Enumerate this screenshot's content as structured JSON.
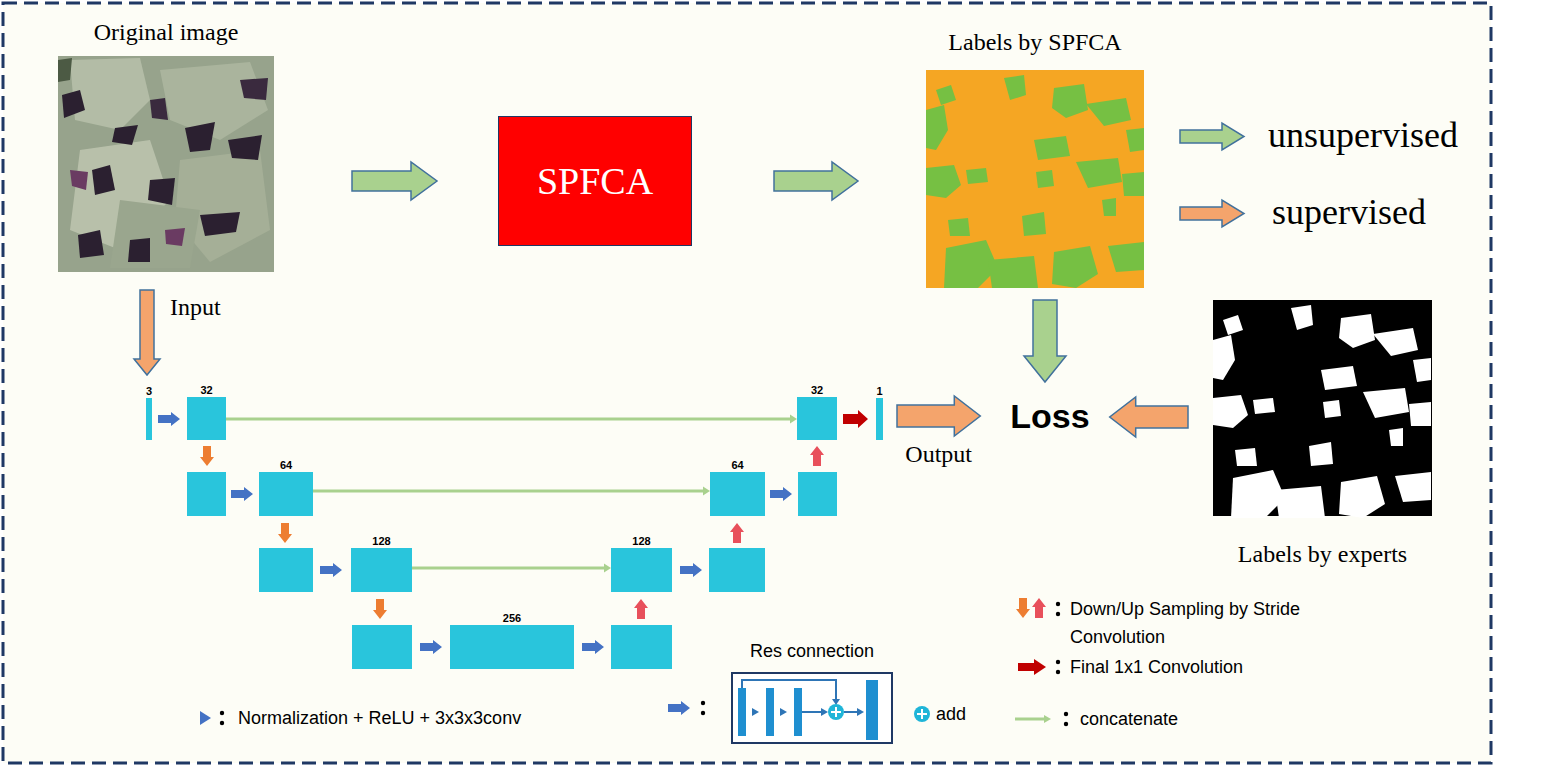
{
  "diagram": {
    "nodes": [
      {
        "text": [
          "Original image"
        ]
      },
      {
        "text": [
          "SPFCA"
        ]
      },
      {
        "text": [
          "Labels by SPFCA"
        ]
      },
      {
        "text": [
          "3"
        ]
      },
      {
        "text": [
          "32"
        ]
      },
      {
        "text": [
          "32"
        ]
      },
      {
        "text": [
          "1"
        ]
      },
      {
        "text": [
          "Loss"
        ]
      },
      {
        "text": [
          "Labels by experts"
        ]
      },
      {
        "text": [
          "64"
        ]
      },
      {
        "text": [
          "64"
        ]
      },
      {
        "text": [
          "128"
        ]
      },
      {
        "text": [
          "128"
        ]
      },
      {
        "text": [
          "256"
        ]
      },
      {
        "text": [
          "Res connection"
        ]
      }
    ],
    "edges": [
      {
        "from": 0,
        "to": 1,
        "arrow": "to"
      },
      {
        "from": 1,
        "to": 2,
        "arrow": "to"
      },
      {
        "from": 2,
        "to": 7,
        "arrow": "to"
      },
      {
        "from": 8,
        "to": 7,
        "arrow": "to"
      },
      {
        "from": 0,
        "to": 3,
        "arrow": "to",
        "label": "Input"
      },
      {
        "from": 3,
        "to": 4,
        "arrow": "to"
      },
      {
        "from": 4,
        "to": 5,
        "arrow": "to"
      },
      {
        "from": 5,
        "to": 6,
        "arrow": "to"
      },
      {
        "from": 6,
        "to": 7,
        "arrow": "to",
        "label": "Output"
      },
      {
        "from": 9,
        "to": 10,
        "arrow": "to"
      },
      {
        "from": 11,
        "to": 12,
        "arrow": "to"
      }
    ],
    "legend": [
      {
        "text": "unsupervised"
      },
      {
        "text": "supervised"
      },
      {
        "text": "Normalization + ReLU + 3x3x3conv"
      },
      {
        "text": "add"
      },
      {
        "text": "Down/Up Sampling by Stride Convolution"
      },
      {
        "text": "Final 1x1 Convolution"
      },
      {
        "text": "concatenate"
      }
    ]
  }
}
